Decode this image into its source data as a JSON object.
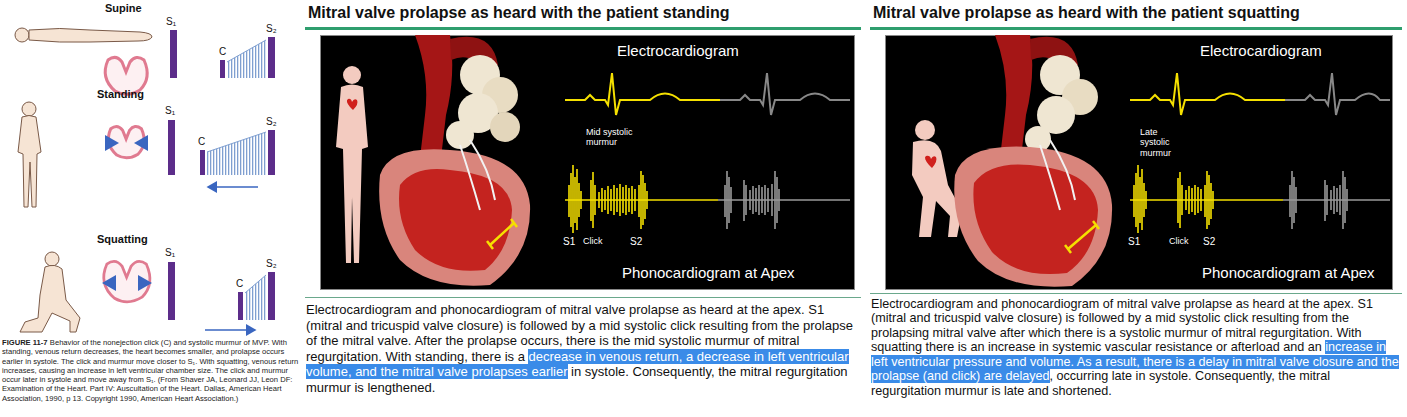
{
  "diagram": {
    "nodes": [
      {
        "text": [
          "Electrocardiogram",
          "Mid systolic murmur",
          "S1",
          "Click",
          "S2",
          "Phonocardiogram at Apex"
        ]
      },
      {
        "text": [
          "Electrocardiogram",
          "Late systolic murmur",
          "Click",
          "S1",
          "S2",
          "Phonocardiogram at Apex"
        ]
      }
    ],
    "labels": [
      "Supine",
      "S₁",
      "C",
      "S₂",
      "Standing",
      "S₁",
      "C",
      "S₂",
      "Squatting",
      "S₁",
      "C",
      "S₂",
      "FIGURE 11-7",
      "Behavior of the nonejection click (C) and systolic murmur of MVP. With standing, venous return decreases, the heart becomes smaller, and prolapse occurs earlier in systole. The click and murmur move closer to S₁. With squatting, venous return increases, causing an increase in left ventricular chamber size. The click and murmur occur later in systole and move away from S₁. (From Shaver JA, Leonard JJ, Leon DF: Examination of the Heart. Part IV: Auscultation of the Heart. Dallas, American Heart Association, 1990, p 13. Copyright 1990, American Heart Association.)",
      "Mitral valve prolapse as heard with the patient standing",
      "Electrocardiogram and phonocardiogram of mitral valve prolapse as heard at the apex. S1 (mitral and tricuspid valve closure) is followed by a mid systolic click resulting from the prolapse of the mitral valve. After the prolapse occurs, there is the mid systolic murmur of mitral regurgitation. With standing, there is a",
      "decrease in venous return, a decrease in left ventricular volume, and the mitral valve prolapses earlier",
      "in systole. Consequently, the mitral regurgitation murmur is lengthened.",
      "Mitral valve prolapse as heard with the patient squatting",
      "Electrocardiogram and phonocardiogram of mitral valve prolapse as heard at the apex. S1 (mitral and tricuspid valve closure) is followed by a mid systolic click resulting from the prolapsing mitral valve after which there is a systolic murmur of mitral regurgitation. With squatting there is an increase in systemic vascular resistance or afterload and an",
      "increase in left ventricular pressure and volume. As a result, there is a delay in mitral valve closure and the prolapse (and click) are delayed",
      ", occurring late in systole. Consequently, the mitral regurgitation murmur is late and shortened."
    ]
  }
}
